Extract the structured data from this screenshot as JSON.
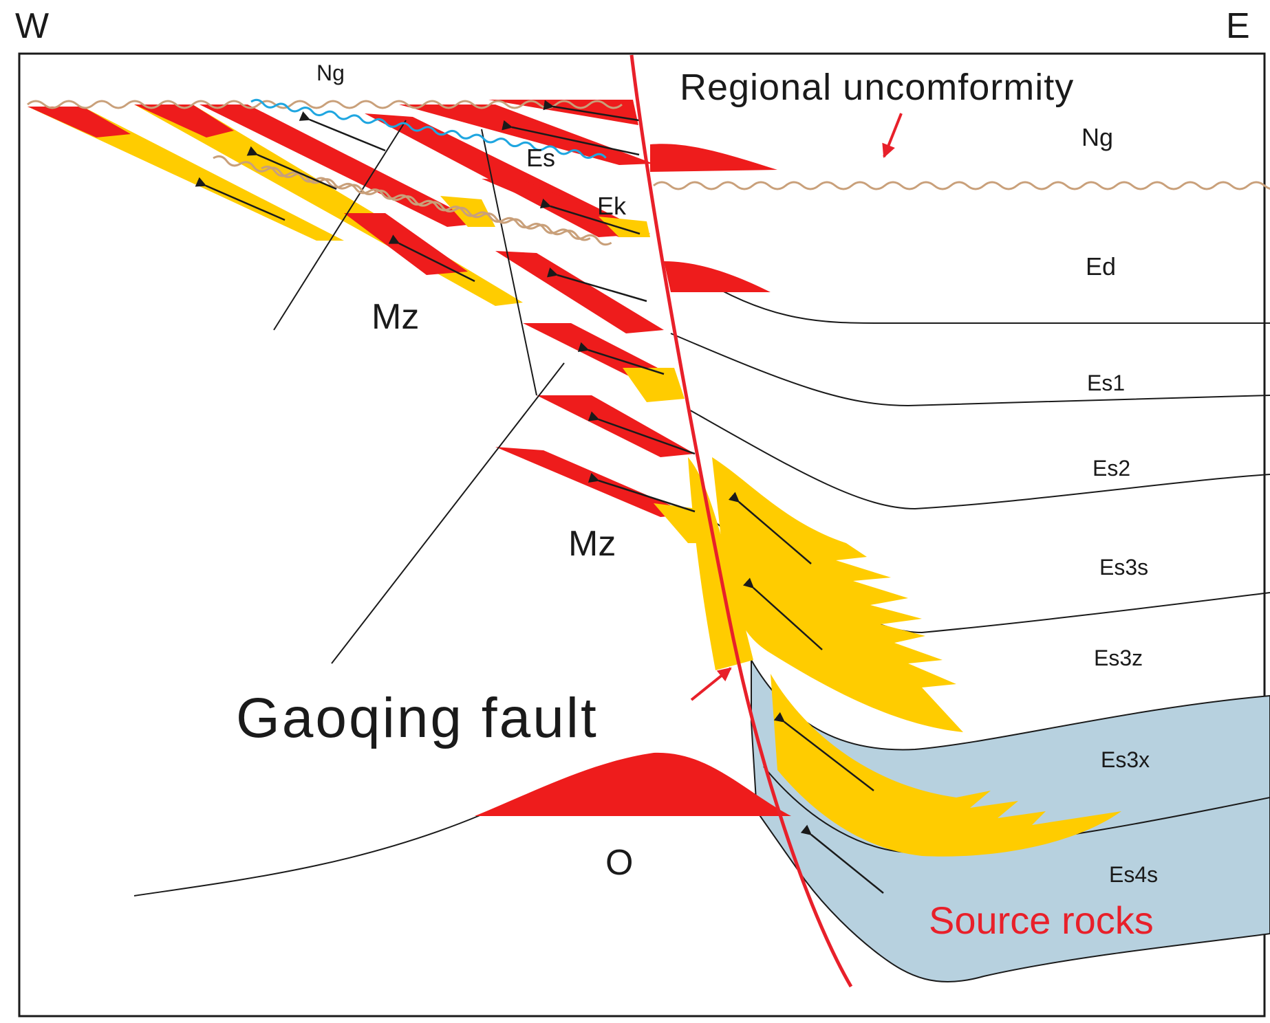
{
  "figure": {
    "orientation": {
      "west": "W",
      "east": "E"
    },
    "annotations": {
      "regional_unconformity": "Regional uncomformity",
      "gaoqing_fault": "Gaoqing fault",
      "source_rocks": "Source rocks"
    },
    "strata_labels": {
      "ng_top": "Ng",
      "ng_right": "Ng",
      "es_upper": "Es",
      "ek": "Ek",
      "mz_upper": "Mz",
      "mz_lower": "Mz",
      "ed": "Ed",
      "es1": "Es1",
      "es2": "Es2",
      "es3s": "Es3s",
      "es3z": "Es3z",
      "es3x": "Es3x",
      "es4s": "Es4s",
      "o": "O"
    },
    "colors": {
      "oil_reservoir": "#ee1c1c",
      "sandbody": "#ffcc00",
      "source_rock": "#b7d1df",
      "unconformity": "#c9a07a",
      "local_unconformity": "#1fa6e0",
      "fault": "#e8202a",
      "horizon": "#1a1a1a"
    }
  }
}
